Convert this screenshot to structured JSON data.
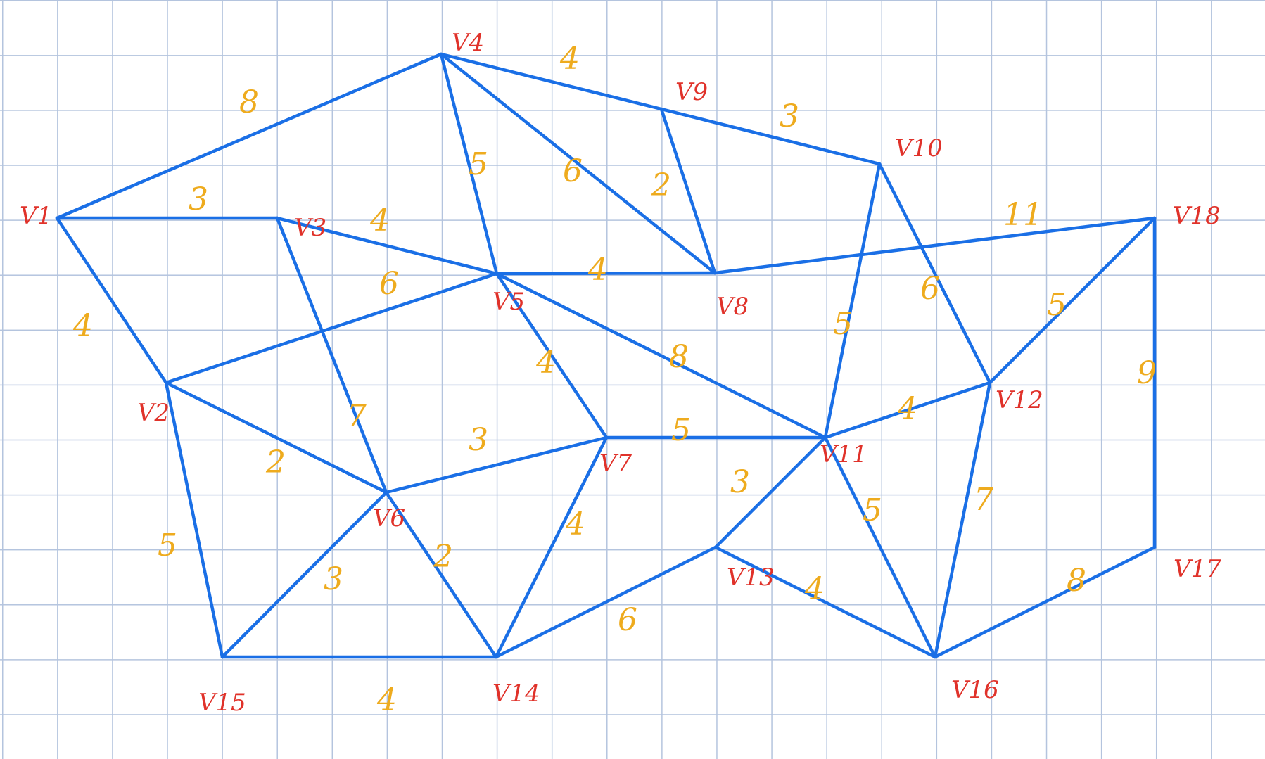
{
  "graph": {
    "vertices": [
      {
        "id": "v1",
        "label": "V1"
      },
      {
        "id": "v2",
        "label": "V2"
      },
      {
        "id": "v3",
        "label": "V3"
      },
      {
        "id": "v4",
        "label": "V4"
      },
      {
        "id": "v5",
        "label": "V5"
      },
      {
        "id": "v6",
        "label": "V6"
      },
      {
        "id": "v7",
        "label": "V7"
      },
      {
        "id": "v8",
        "label": "V8"
      },
      {
        "id": "v9",
        "label": "V9"
      },
      {
        "id": "v10",
        "label": "V10"
      },
      {
        "id": "v11",
        "label": "V11"
      },
      {
        "id": "v12",
        "label": "V12"
      },
      {
        "id": "v13",
        "label": "V13"
      },
      {
        "id": "v14",
        "label": "V14"
      },
      {
        "id": "v15",
        "label": "V15"
      },
      {
        "id": "v16",
        "label": "V16"
      },
      {
        "id": "v17",
        "label": "V17"
      },
      {
        "id": "v18",
        "label": "V18"
      }
    ],
    "edges": [
      {
        "from": "v1",
        "to": "v4",
        "weight": "8"
      },
      {
        "from": "v1",
        "to": "v3",
        "weight": "3"
      },
      {
        "from": "v1",
        "to": "v2",
        "weight": "4"
      },
      {
        "from": "v4",
        "to": "v9",
        "weight": "4"
      },
      {
        "from": "v9",
        "to": "v10",
        "weight": "3"
      },
      {
        "from": "v4",
        "to": "v5",
        "weight": "5"
      },
      {
        "from": "v4",
        "to": "v8",
        "weight": "6"
      },
      {
        "from": "v9",
        "to": "v8",
        "weight": "2"
      },
      {
        "from": "v3",
        "to": "v5",
        "weight": "4"
      },
      {
        "from": "v5",
        "to": "v8",
        "weight": "4"
      },
      {
        "from": "v8",
        "to": "v18",
        "weight": "11"
      },
      {
        "from": "v3",
        "to": "v6",
        "weight": "7"
      },
      {
        "from": "v2",
        "to": "v5",
        "weight": "6"
      },
      {
        "from": "v5",
        "to": "v7",
        "weight": "4"
      },
      {
        "from": "v5",
        "to": "v11",
        "weight": "8"
      },
      {
        "from": "v10",
        "to": "v11",
        "weight": "5"
      },
      {
        "from": "v10",
        "to": "v12",
        "weight": "6"
      },
      {
        "from": "v18",
        "to": "v12",
        "weight": "5"
      },
      {
        "from": "v18",
        "to": "v17",
        "weight": "9"
      },
      {
        "from": "v2",
        "to": "v6",
        "weight": "2"
      },
      {
        "from": "v6",
        "to": "v7",
        "weight": "3"
      },
      {
        "from": "v7",
        "to": "v11",
        "weight": "5"
      },
      {
        "from": "v11",
        "to": "v12",
        "weight": "4"
      },
      {
        "from": "v2",
        "to": "v15",
        "weight": "5"
      },
      {
        "from": "v6",
        "to": "v15",
        "weight": "3"
      },
      {
        "from": "v6",
        "to": "v14",
        "weight": "2"
      },
      {
        "from": "v7",
        "to": "v14",
        "weight": "4"
      },
      {
        "from": "v11",
        "to": "v13",
        "weight": "3"
      },
      {
        "from": "v11",
        "to": "v16",
        "weight": "5"
      },
      {
        "from": "v12",
        "to": "v16",
        "weight": "7"
      },
      {
        "from": "v15",
        "to": "v14",
        "weight": "4"
      },
      {
        "from": "v14",
        "to": "v13",
        "weight": "6"
      },
      {
        "from": "v13",
        "to": "v16",
        "weight": "4"
      },
      {
        "from": "v16",
        "to": "v17",
        "weight": "8"
      }
    ]
  }
}
